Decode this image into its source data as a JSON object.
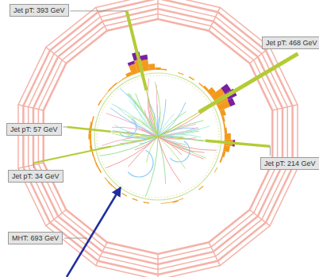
{
  "diagram": {
    "nodes": [
      {
        "text": [
          "Jet pT: 393 GeV"
        ]
      },
      {
        "text": [
          "Jet pT: 468 GeV"
        ]
      },
      {
        "text": [
          "Jet pT: 57 GeV"
        ]
      },
      {
        "text": [
          "Jet pT: 214 GeV"
        ]
      },
      {
        "text": [
          "Jet pT: 34 GeV"
        ]
      },
      {
        "text": [
          "MHT: 693 GeV"
        ]
      }
    ]
  }
}
